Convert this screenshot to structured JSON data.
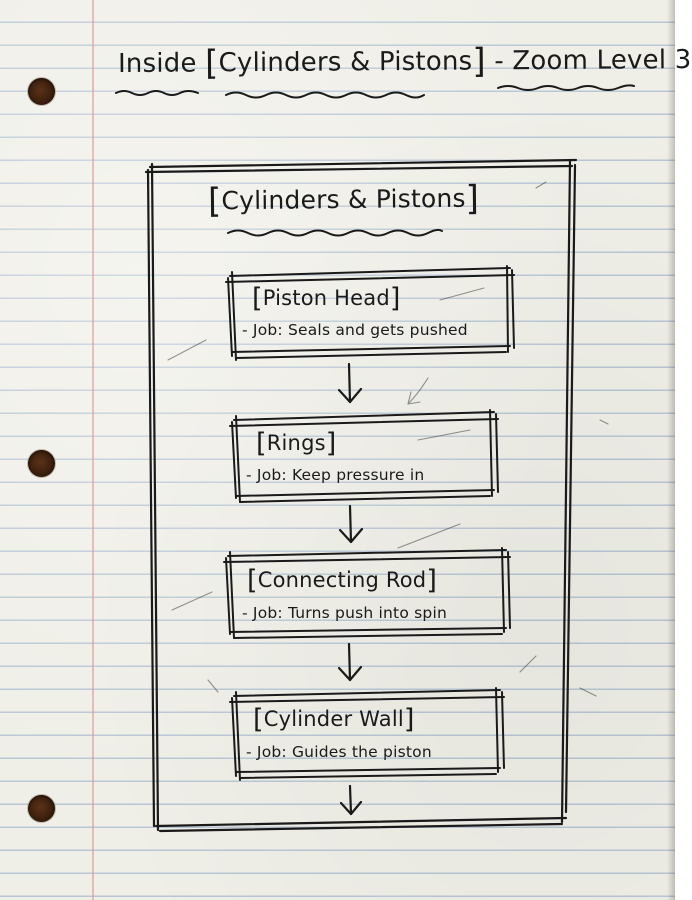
{
  "title": {
    "prefix": "Inside",
    "open_bracket": "[",
    "subject": "Cylinders & Pistons",
    "close_bracket": "]",
    "suffix": "- Zoom Level 3"
  },
  "frame": {
    "open_bracket": "[",
    "label": "Cylinders & Pistons",
    "close_bracket": "]"
  },
  "components": [
    {
      "open_bracket": "[",
      "name": "Piston Head",
      "close_bracket": "]",
      "job": "- Job: Seals and gets pushed"
    },
    {
      "open_bracket": "[",
      "name": "Rings",
      "close_bracket": "]",
      "job": "- Job: Keep pressure in"
    },
    {
      "open_bracket": "[",
      "name": "Connecting Rod",
      "close_bracket": "]",
      "job": "- Job: Turns push into spin"
    },
    {
      "open_bracket": "[",
      "name": "Cylinder Wall",
      "close_bracket": "]",
      "job": "- Job: Guides the piston"
    }
  ],
  "colors": {
    "ink": "#1a1a1a",
    "paper": "#efeee7",
    "rule_line": "#b9c6d6",
    "margin_line": "#d69696",
    "hole": "#3a1e0c"
  }
}
